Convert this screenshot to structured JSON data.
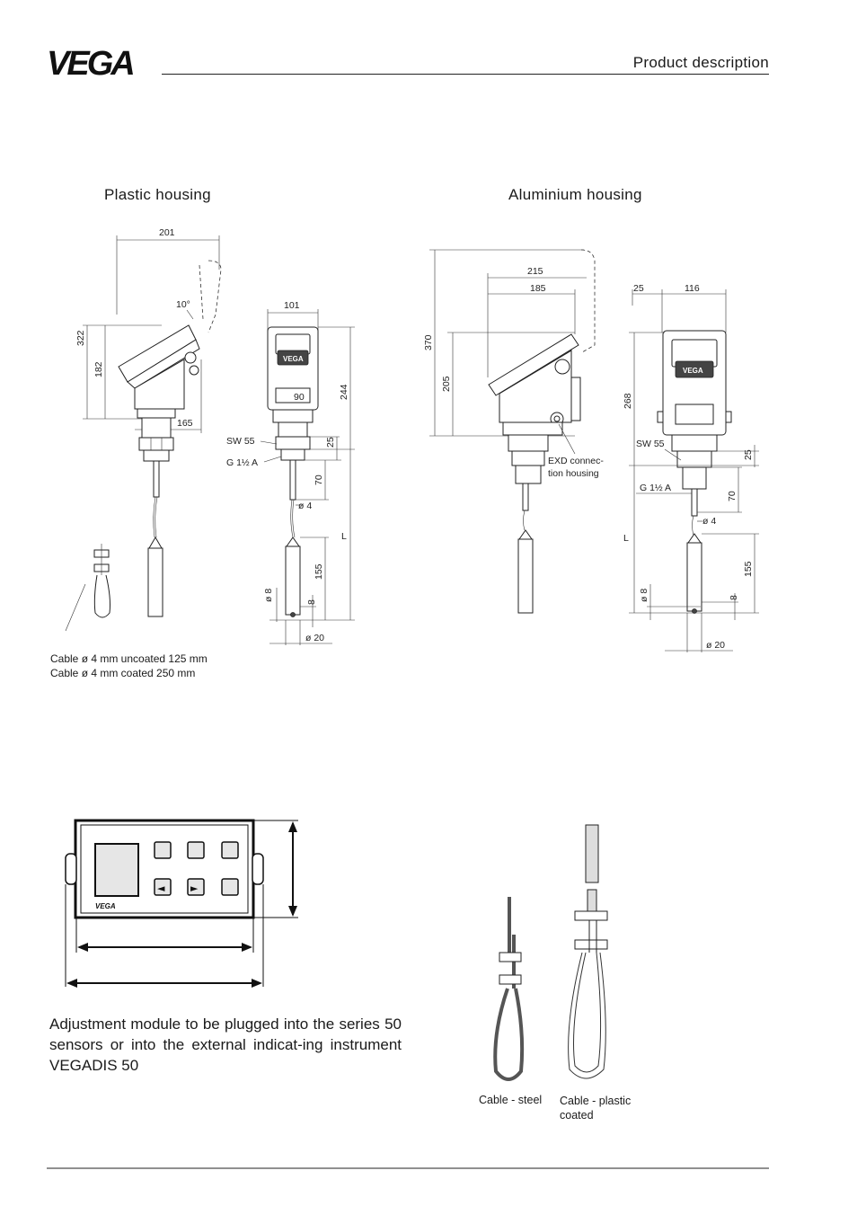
{
  "header": {
    "logo_text": "VEGA",
    "section_title": "Product description"
  },
  "plastic_housing": {
    "title": "Plastic housing",
    "dims": {
      "w201": "201",
      "a10": "10°",
      "h322": "322",
      "h182": "182",
      "w165": "165",
      "w101": "101",
      "r90": "90",
      "h244": "244",
      "sw55": "SW 55",
      "g15": "G 1½ A",
      "h25": "25",
      "h70": "70",
      "d4": "ø 4",
      "L": "L",
      "h155": "155",
      "d8": "ø 8",
      "h8": "8",
      "d20": "ø 20"
    },
    "cable_note_1": "Cable ø 4 mm uncoated 125 mm",
    "cable_note_2": "Cable ø 4 mm coated 250 mm"
  },
  "aluminium_housing": {
    "title": "Aluminium housing",
    "dims": {
      "w215": "215",
      "w185": "185",
      "h370": "370",
      "h205": "205",
      "w25": "25",
      "w116": "116",
      "h268": "268",
      "sw55": "SW 55",
      "h25": "25",
      "g15": "G 1½ A",
      "h70": "70",
      "d4": "ø 4",
      "L": "L",
      "h155": "155",
      "d8": "ø 8",
      "h8": "8",
      "d20": "ø 20"
    },
    "exd_note": "EXD connec-\ntion housing"
  },
  "adjustment_module": {
    "logo_text": "VEGA",
    "key_left_glyph": "◄",
    "key_right_glyph": "►",
    "description": "Adjustment module to be plugged into the series 50 sensors or into the external indicat-ing instrument VEGADIS 50"
  },
  "cables": {
    "steel_label": "Cable - steel",
    "plastic_label": "Cable - plastic coated"
  }
}
